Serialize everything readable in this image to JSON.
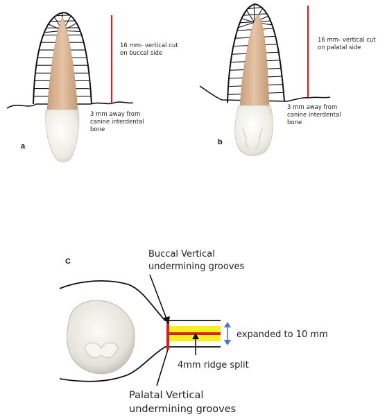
{
  "panel_a": {
    "letter": "a",
    "cut_line1": "16 mm- vertical cut",
    "cut_line2": "on buccal side",
    "distance_line1": "3   mm    away  from",
    "distance_line2": "canine   interdental",
    "distance_line3": "bone"
  },
  "panel_b": {
    "letter": "b",
    "cut_line1": "16 mm- vertical cut",
    "cut_line2": "on palatal side",
    "distance_line1": "3   mm    away   from",
    "distance_line2": "canine    interdental",
    "distance_line3": "bone"
  },
  "panel_c": {
    "letter": "C",
    "buccal_line1": "Buccal Vertical",
    "buccal_line2": "undermining grooves",
    "palatal_line1": "Palatal  Vertical",
    "palatal_line2": "undermining grooves",
    "expanded_label": "expanded to 10 mm",
    "ridge_label": "4mm ridge split"
  },
  "colors": {
    "cut_line": "#d2202a",
    "split_band": "#f7ef1f",
    "arrow": "#4a76c9",
    "root": "#ddb797",
    "crown": "#f3f1ea"
  }
}
